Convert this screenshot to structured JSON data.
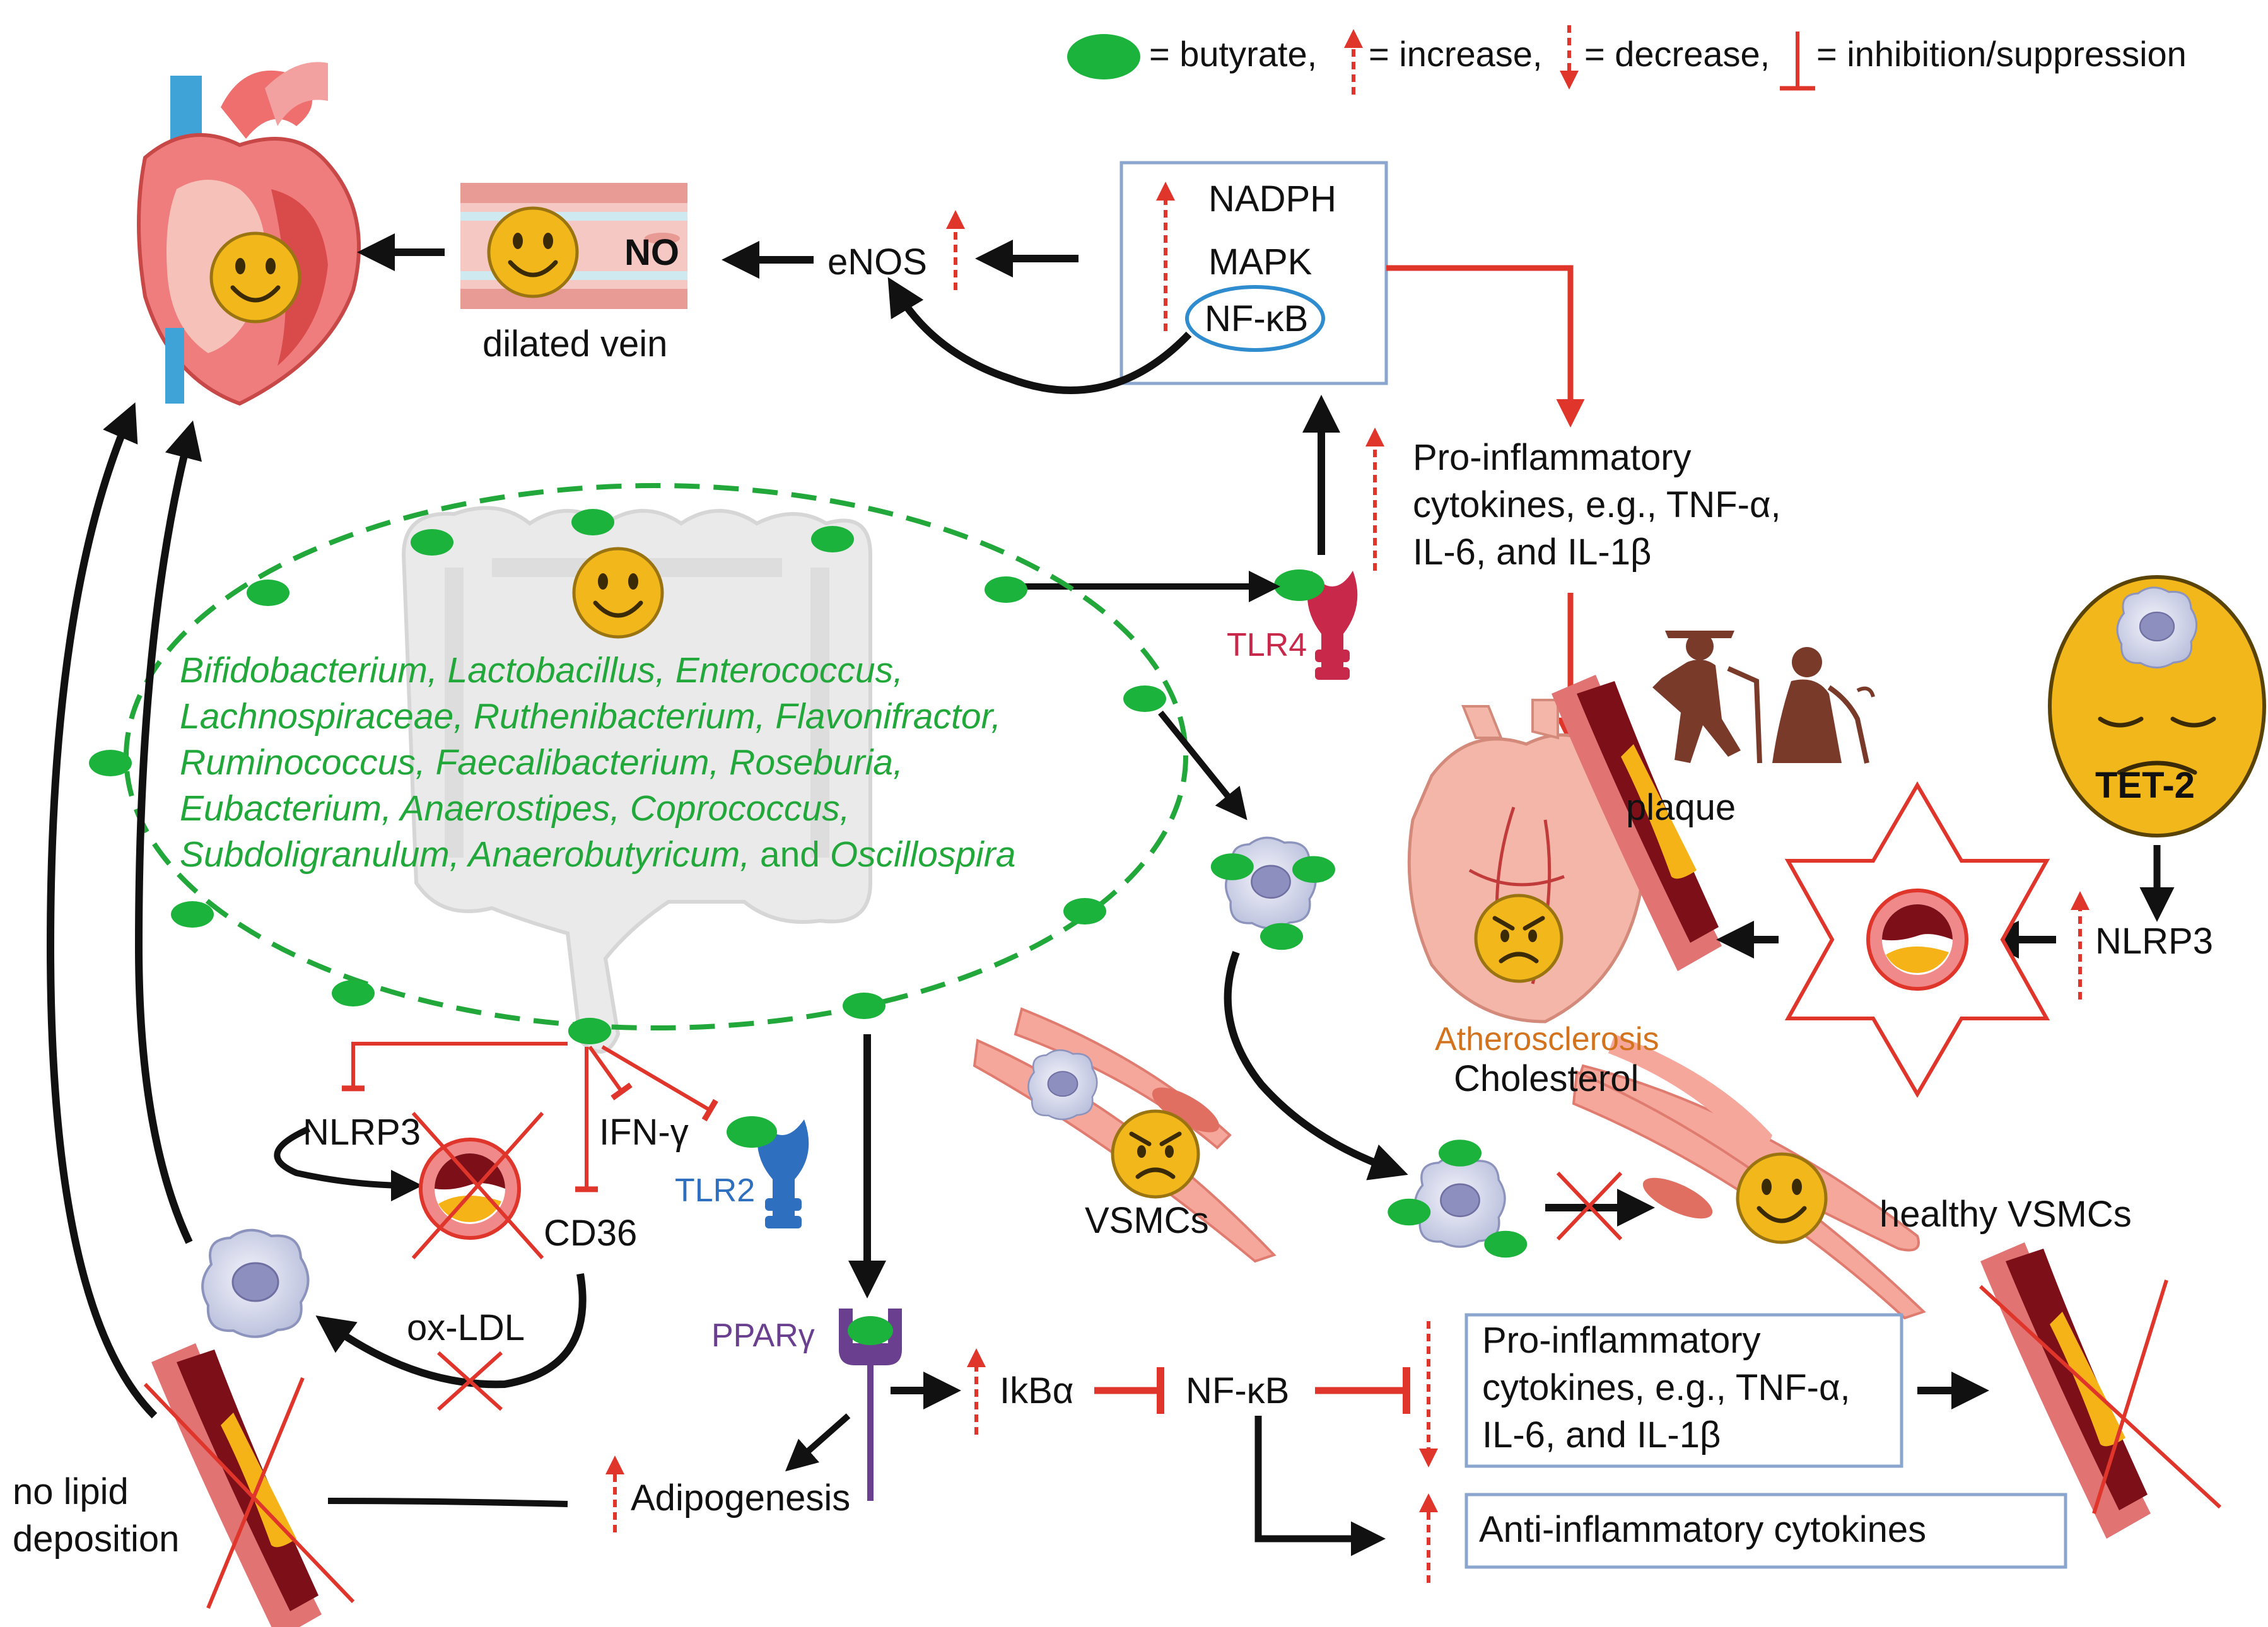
{
  "legend": {
    "butyrate": "= butyrate,",
    "increase": "= increase,",
    "decrease": "= decrease,",
    "inhibition": "= inhibition/suppression"
  },
  "heart_top": {},
  "vein": {
    "no": "NO",
    "caption": "dilated vein"
  },
  "enos": "eNOS",
  "signal_box": {
    "nadph": "NADPH",
    "mapk": "MAPK",
    "nfkb": "NF-κB"
  },
  "pro_inflam_top": {
    "line1": "Pro-inflammatory",
    "line2": "cytokines, e.g., TNF-α,",
    "line3": "IL-6, and IL-1β"
  },
  "tlr4": "TLR4",
  "bacteria": {
    "line1": "Bifidobacterium, Lactobacillus, Enterococcus,",
    "line2": "Lachnospiraceae, Ruthenibacterium, Flavonifractor,",
    "line3": "Ruminococcus, Faecalibacterium, Roseburia,",
    "line4": "Eubacterium, Anaerostipes, Coprococcus,",
    "line5a": "Subdoligranulum, Anaerobutyricum,",
    "line5b": " and ",
    "line5c": "Oscillospira"
  },
  "plaque": "plaque",
  "tet2": "TET-2",
  "nlrp3_right": "NLRP3",
  "atherosclerosis": "Atherosclerosis",
  "cholesterol": "Cholesterol",
  "nlrp3_left": "NLRP3",
  "ifn": "IFN-γ",
  "tlr2": "TLR2",
  "cd36": "CD36",
  "oxldl": "ox-LDL",
  "vsmcs": "VSMCs",
  "healthy_vsmcs": "healthy VSMCs",
  "ppar": "PPARγ",
  "ikba": "IkBα",
  "nfkb_bottom": "NF-κB",
  "pro_inflam_bottom": {
    "line1": "Pro-inflammatory",
    "line2": "cytokines, e.g., TNF-α,",
    "line3": "IL-6, and IL-1β"
  },
  "anti_inflam": "Anti-inflammatory cytokines",
  "adipogenesis": "Adipogenesis",
  "no_lipid": {
    "line1": "no lipid",
    "line2": "deposition"
  },
  "colors": {
    "butyrate": "#1bb33c",
    "red": "#e0352b",
    "dashed_green": "#22a83a",
    "box_border": "#8aa6cf",
    "tlr4": "#c8294a",
    "tlr2": "#2f6fc0",
    "ppar": "#6b3f8f",
    "athero": "#d4731d",
    "smiley": "#f2b71a"
  }
}
